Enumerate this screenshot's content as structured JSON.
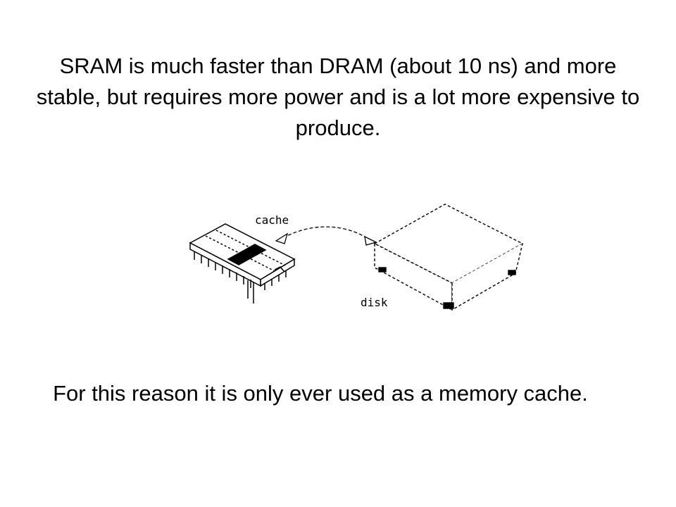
{
  "slide": {
    "top_paragraph": "SRAM is much faster than DRAM (about 10 ns) and more stable, but requires more power and is a lot more expensive to produce.",
    "bottom_paragraph": "For this reason it is only ever used as a memory cache."
  },
  "diagram": {
    "cache_label": "cache",
    "disk_label": "disk"
  }
}
